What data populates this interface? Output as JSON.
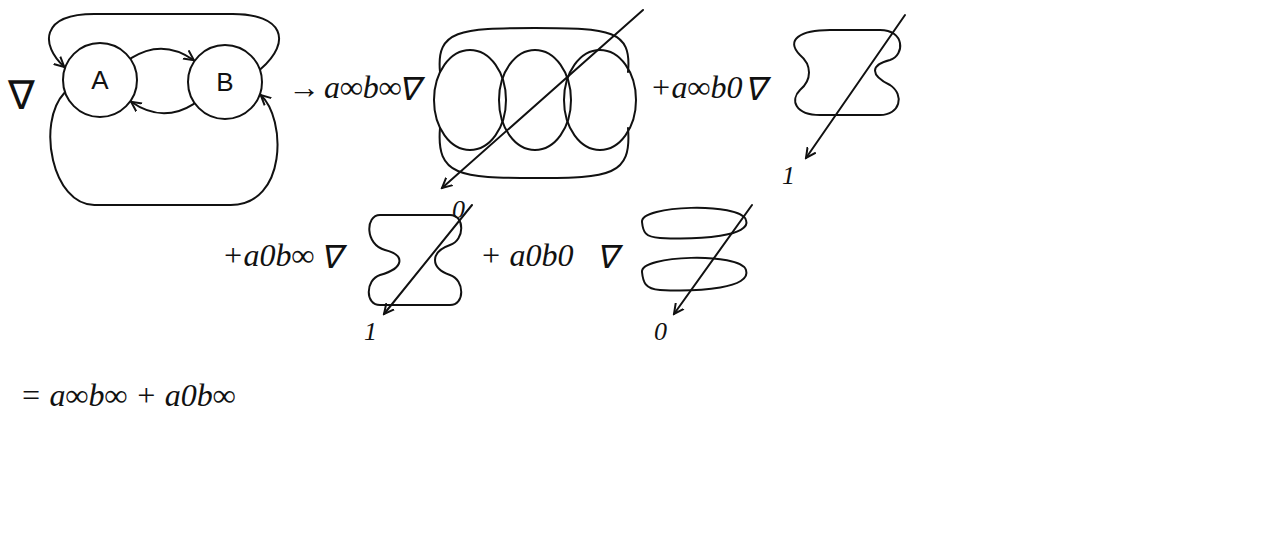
{
  "diagram": {
    "nodes": [
      {
        "text": [
          "A"
        ]
      },
      {
        "text": [
          "B"
        ]
      }
    ],
    "edges": [
      {
        "from": 1,
        "to": 0,
        "arrow": "to"
      },
      {
        "from": 0,
        "to": 1,
        "arrow": "to"
      },
      {
        "from": 1,
        "to": 0,
        "arrow": "to"
      },
      {
        "from": 0,
        "to": 1,
        "arrow": "to"
      }
    ],
    "labels": [
      "∇",
      "→",
      "a∞b∞",
      "∇",
      "0",
      "+a∞b0",
      "∇",
      "1",
      "+a0b∞",
      "∇",
      "1",
      "+ a0b0",
      "∇",
      "0",
      "= a∞b∞ + a0b∞"
    ]
  }
}
